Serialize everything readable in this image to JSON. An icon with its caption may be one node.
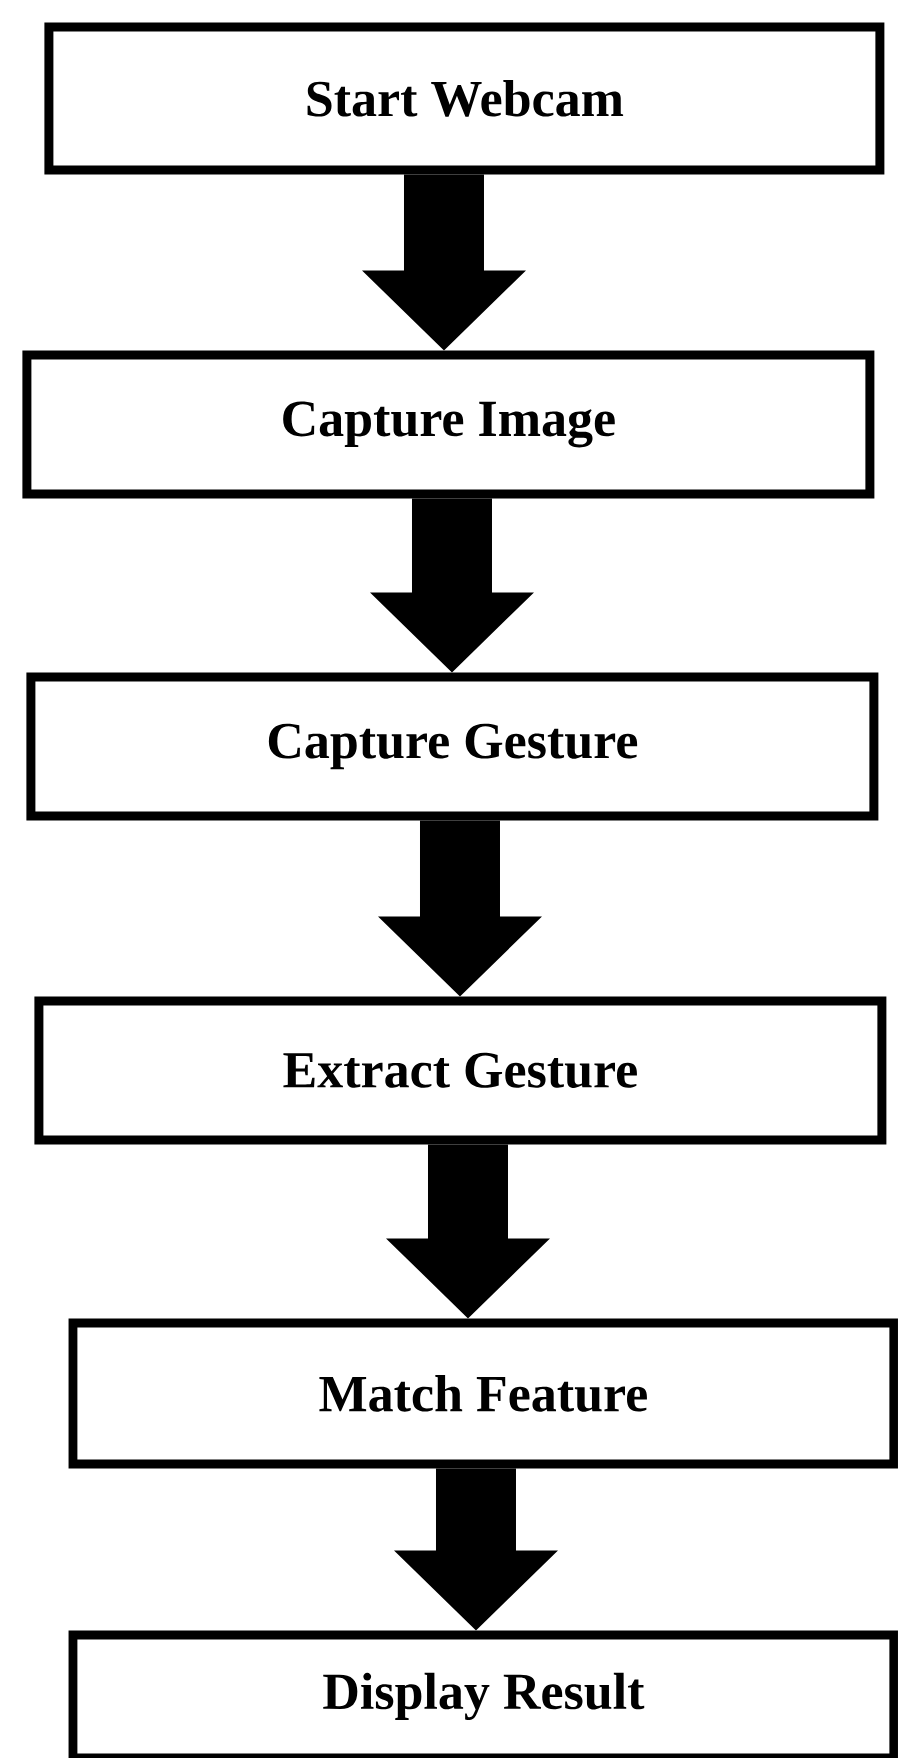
{
  "diagram": {
    "nodes": [
      {
        "text": [
          "Start Webcam"
        ]
      },
      {
        "text": [
          "Capture Image"
        ]
      },
      {
        "text": [
          "Capture Gesture"
        ]
      },
      {
        "text": [
          "Extract Gesture"
        ]
      },
      {
        "text": [
          "Match Feature"
        ]
      },
      {
        "text": [
          "Display Result"
        ]
      }
    ],
    "edges": [
      {
        "from": 0,
        "to": 1,
        "arrow": "to"
      },
      {
        "from": 1,
        "to": 2,
        "arrow": "to"
      },
      {
        "from": 2,
        "to": 3,
        "arrow": "to"
      },
      {
        "from": 3,
        "to": 4,
        "arrow": "to"
      },
      {
        "from": 4,
        "to": 5,
        "arrow": "to"
      }
    ]
  }
}
